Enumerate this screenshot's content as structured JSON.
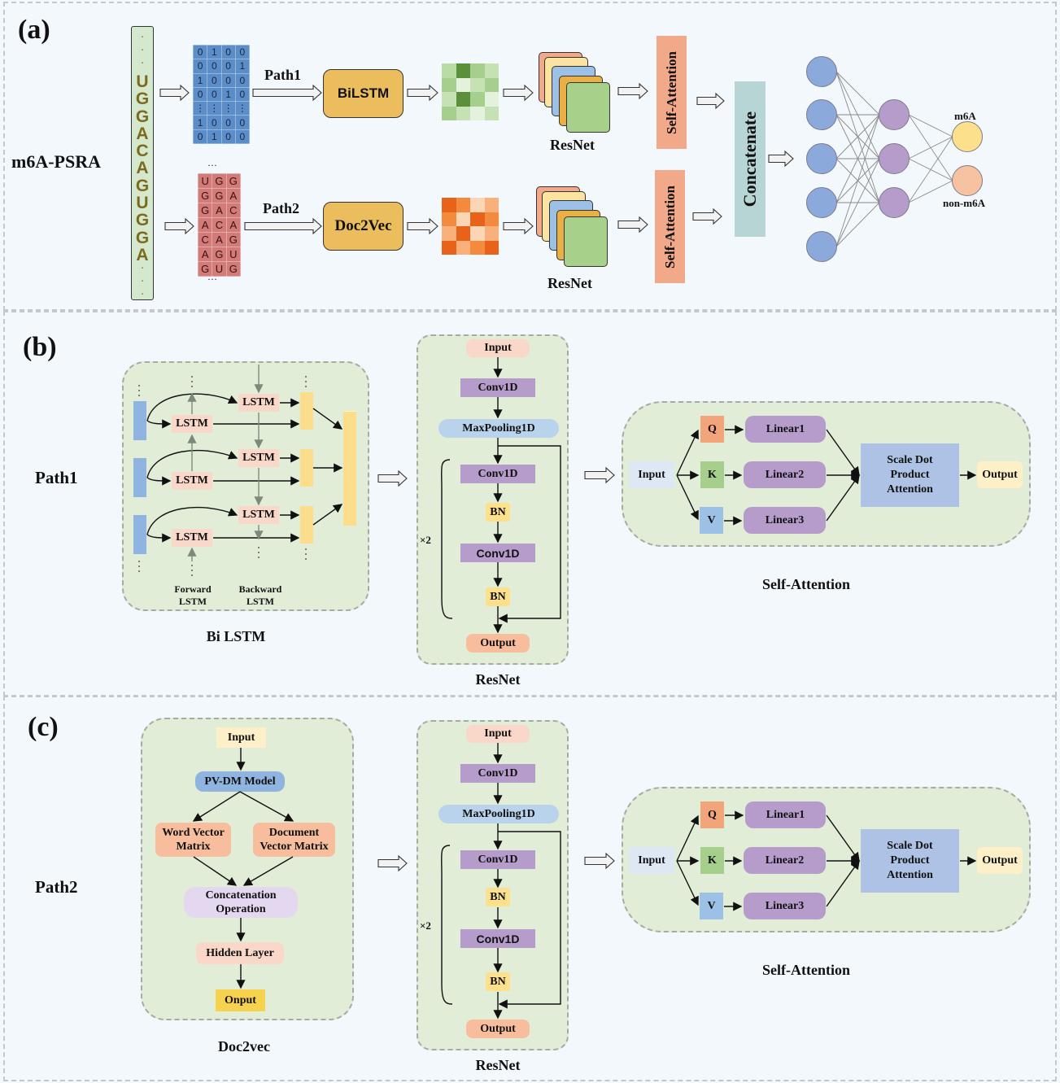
{
  "panels": {
    "a": {
      "label": "(a)",
      "model_name": "m6A-PSRA",
      "sequence_dots_top": "·\n·\n·",
      "sequence": [
        "U",
        "G",
        "G",
        "A",
        "C",
        "A",
        "G",
        "U",
        "G",
        "G",
        "A"
      ],
      "path1_label": "Path1",
      "path2_label": "Path2",
      "onehot_matrix": [
        [
          "0",
          "1",
          "0",
          "0"
        ],
        [
          "0",
          "0",
          "0",
          "1"
        ],
        [
          "1",
          "0",
          "0",
          "0"
        ],
        [
          "0",
          "0",
          "1",
          "0"
        ],
        [
          "⋮",
          "⋮",
          "⋮",
          "⋮"
        ],
        [
          "1",
          "0",
          "0",
          "0"
        ],
        [
          "0",
          "1",
          "0",
          "0"
        ]
      ],
      "kmer_matrix": [
        [
          "U",
          "G",
          "G"
        ],
        [
          "G",
          "G",
          "A"
        ],
        [
          "G",
          "A",
          "C"
        ],
        [
          "A",
          "C",
          "A"
        ],
        [
          "C",
          "A",
          "G"
        ],
        [
          "A",
          "G",
          "U"
        ],
        [
          "G",
          "U",
          "G"
        ]
      ],
      "kmer_ellipsis": "···",
      "bilstm_label": "BiLSTM",
      "doc2vec_label": "Doc2Vec",
      "resnet_label_1": "ResNet",
      "resnet_label_2": "ResNet",
      "self_attention_1": "Self-Attention",
      "self_attention_2": "Self-Attention",
      "concatenate_label": "Concatenate",
      "output_m6a": "m6A",
      "output_non_m6a": "non-m6A",
      "network_layers": [
        5,
        3,
        2
      ]
    },
    "b": {
      "label": "(b)",
      "path_label": "Path1",
      "bilstm": {
        "lstm_label": "LSTM",
        "forward_label_1": "Forward",
        "forward_label_2": "LSTM",
        "backward_label_1": "Backward",
        "backward_label_2": "LSTM",
        "caption": "Bi LSTM"
      },
      "resnet": {
        "input": "Input",
        "conv1": "Conv1D",
        "maxpool": "MaxPooling1D",
        "conv2": "Conv1D",
        "bn1": "BN",
        "conv3": "Conv1D",
        "bn2": "BN",
        "output": "Output",
        "repeat": "×2",
        "caption": "ResNet"
      },
      "attention": {
        "input": "Input",
        "q": "Q",
        "k": "K",
        "v": "V",
        "linear1": "Linear1",
        "linear2": "Linear2",
        "linear3": "Linear3",
        "sdpa_1": "Scale Dot",
        "sdpa_2": "Product",
        "sdpa_3": "Attention",
        "output": "Output",
        "caption": "Self-Attention"
      }
    },
    "c": {
      "label": "(c)",
      "path_label": "Path2",
      "doc2vec": {
        "input": "Input",
        "pvdm": "PV-DM Model",
        "word_1": "Word Vector",
        "word_2": "Matrix",
        "doc_1": "Document",
        "doc_2": "Vector Matrix",
        "concat_1": "Concatenation",
        "concat_2": "Operation",
        "hidden": "Hidden Layer",
        "output": "Onput",
        "caption": "Doc2vec"
      },
      "resnet": {
        "input": "Input",
        "conv1": "Conv1D",
        "maxpool": "MaxPooling1D",
        "conv2": "Conv1D",
        "bn1": "BN",
        "conv3": "Conv1D",
        "bn2": "BN",
        "output": "Output",
        "repeat": "×2",
        "caption": "ResNet"
      },
      "attention": {
        "input": "Input",
        "q": "Q",
        "k": "K",
        "v": "V",
        "linear1": "Linear1",
        "linear2": "Linear2",
        "linear3": "Linear3",
        "sdpa_1": "Scale Dot",
        "sdpa_2": "Product",
        "sdpa_3": "Attention",
        "output": "Output",
        "caption": "Self-Attention"
      }
    }
  },
  "colors": {
    "sequence_text": "#7d6a1f",
    "onehot_bg": "#5b8ec9",
    "kmer_bg": "#d37b78",
    "module_box": "#ebbd5d",
    "self_attention_bar": "#f2a98a",
    "concatenate_bar": "#b7d5d5",
    "input_node": "#8ca9dc",
    "hidden_node": "#b69ccb",
    "m6a_node": "#fce08b",
    "non_m6a_node": "#f6c2a2",
    "conv_box": "#b69ccb",
    "maxpool_box": "#b9d3ec",
    "bn_box": "#fce08b",
    "io_pink": "#f9d7c9",
    "q_box": "#f2a47a",
    "k_box": "#a6cf8d",
    "v_box": "#9dc1e6",
    "sdpa_box": "#adc2e4"
  }
}
